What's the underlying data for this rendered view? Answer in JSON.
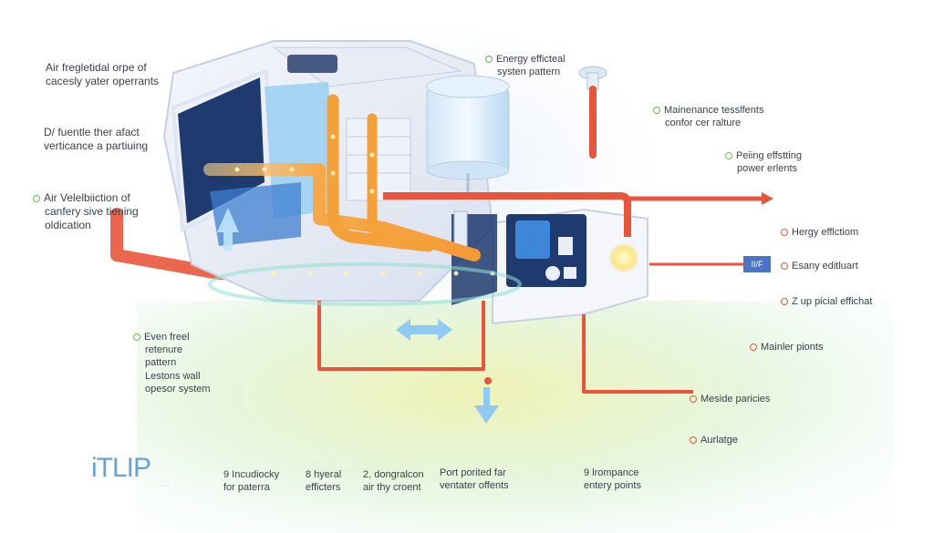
{
  "labels_left": [
    {
      "lines": [
        "Air fregletidal orpe of",
        "cacesly yater operrants"
      ]
    },
    {
      "lines": [
        "D/ fuentle ther afact",
        "verticance a partiuing"
      ]
    },
    {
      "lines": [
        "Air Velelbiiction of",
        "canfery sive tiening",
        "oldication"
      ]
    }
  ],
  "labels_left_lower": {
    "item1": [
      "Even freel",
      "retenure",
      "pattern"
    ],
    "item2": [
      "Lestons wall",
      "opesor system"
    ]
  },
  "labels_top": [
    {
      "lines": [
        "Energy efficteal",
        "systen pattern"
      ]
    },
    {
      "lines": [
        "Mainenance tesslfents",
        "confor cer ralture"
      ]
    },
    {
      "lines": [
        "Peiing effstting",
        "power erlents"
      ]
    }
  ],
  "labels_right": [
    {
      "text": "Hergy efflctiom"
    },
    {
      "text": "Esany editluart"
    },
    {
      "text": "Z up picial effichat"
    },
    {
      "text": "Mainler pionts"
    },
    {
      "text": "Meside paricies"
    },
    {
      "text": "Aurlatge"
    }
  ],
  "badge": "II/F",
  "labels_bottom": [
    {
      "lines": [
        "9 Incudiocky",
        "for paterra"
      ]
    },
    {
      "lines": [
        "8 hyeral",
        "efficters"
      ]
    },
    {
      "lines": [
        "2, dongralcon",
        "air thy croent"
      ]
    },
    {
      "lines": [
        "Port porited far",
        "ventater offents"
      ]
    },
    {
      "lines": [
        "9 lrompance",
        "entery points"
      ]
    }
  ],
  "logo": "iTLIP",
  "logo_sub": "......",
  "colors": {
    "pipe_red": "#e8553a",
    "pipe_orange": "#f5a13a",
    "pipe_yellow": "#fcd77a",
    "navy": "#1f3a6e",
    "blue_light": "#a9d6f5",
    "bullet_green": "#6cbf4a",
    "bullet_red": "#e2583a"
  }
}
